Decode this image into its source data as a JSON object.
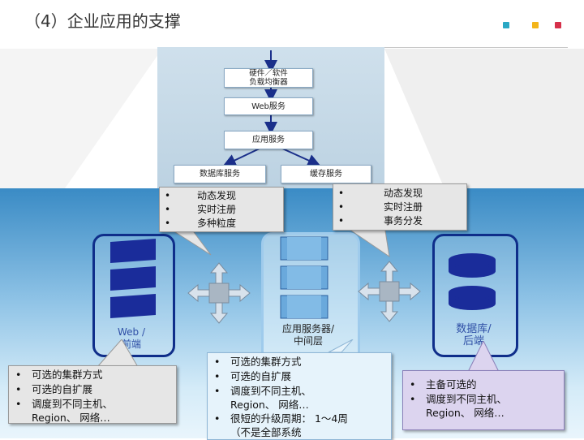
{
  "header": {
    "title": "（4）企业应用的支撑",
    "dot_colors": [
      "#2aa8c4",
      "#f3b51b",
      "#d6304a"
    ]
  },
  "flowchart": {
    "lb": "硬件／软件\n负载均衡器",
    "web": "Web服务",
    "app": "应用服务",
    "db": "数据库服务",
    "cache": "缓存服务"
  },
  "nodes": {
    "web_label": "Web /\n前端",
    "mid_label": "应用服务器/\n中间层",
    "db_label": "数据库/\n后端"
  },
  "callouts": {
    "top_left": [
      "动态发现",
      "实时注册",
      "多种粒度"
    ],
    "top_right": [
      "动态发现",
      "实时注册",
      "事务分发"
    ],
    "bottom_left": [
      "可选的集群方式",
      "可选的自扩展",
      "调度到不同主机、\nRegion、 网络…"
    ],
    "bottom_middle": [
      "可选的集群方式",
      "可选的自扩展",
      "调度到不同主机、\nRegion、 网络…",
      "很短的升级周期： 1～4周\n（不是全部系统"
    ],
    "bottom_right": [
      "主备可选的",
      "调度到不同主机、\nRegion、 网络…"
    ]
  },
  "icons": [
    "move-arrows-icon",
    "move-arrows-icon"
  ]
}
